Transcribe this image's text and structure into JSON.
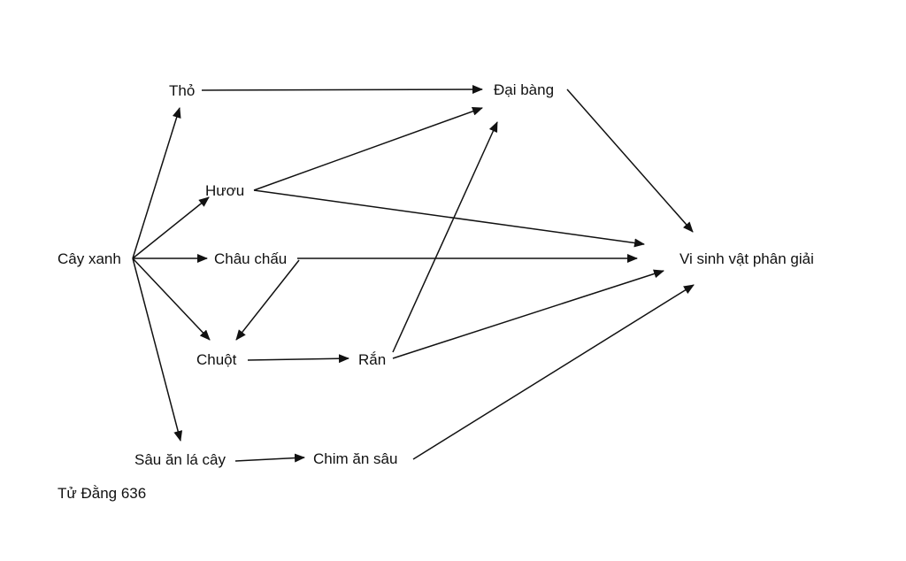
{
  "nodes": {
    "cay_xanh": "Cây xanh",
    "tho": "Thỏ",
    "huou": "Hươu",
    "chau_chau": "Châu chấu",
    "chuot": "Chuột",
    "sau_an_la": "Sâu ăn lá cây",
    "dai_bang": "Đại bàng",
    "ran": "Rắn",
    "chim_an_sau": "Chim ăn sâu",
    "vi_sinh_vat": "Vi sinh vật phân giải"
  },
  "edges": [
    {
      "from": "Cây xanh",
      "to": "Thỏ"
    },
    {
      "from": "Cây xanh",
      "to": "Hươu"
    },
    {
      "from": "Cây xanh",
      "to": "Châu chấu"
    },
    {
      "from": "Cây xanh",
      "to": "Chuột"
    },
    {
      "from": "Cây xanh",
      "to": "Sâu ăn lá cây"
    },
    {
      "from": "Thỏ",
      "to": "Đại bàng"
    },
    {
      "from": "Hươu",
      "to": "Đại bàng"
    },
    {
      "from": "Hươu",
      "to": "Vi sinh vật phân giải"
    },
    {
      "from": "Châu chấu",
      "to": "Vi sinh vật phân giải"
    },
    {
      "from": "Châu chấu",
      "to": "Chuột"
    },
    {
      "from": "Chuột",
      "to": "Rắn"
    },
    {
      "from": "Rắn",
      "to": "Đại bàng"
    },
    {
      "from": "Rắn",
      "to": "Vi sinh vật phân giải"
    },
    {
      "from": "Đại bàng",
      "to": "Vi sinh vật phân giải"
    },
    {
      "from": "Sâu ăn lá cây",
      "to": "Chim ăn sâu"
    },
    {
      "from": "Chim ăn sâu",
      "to": "Vi sinh vật phân giải"
    }
  ],
  "watermark": "Tử Đằng 636",
  "colors": {
    "ink": "#111111",
    "background": "#ffffff"
  }
}
